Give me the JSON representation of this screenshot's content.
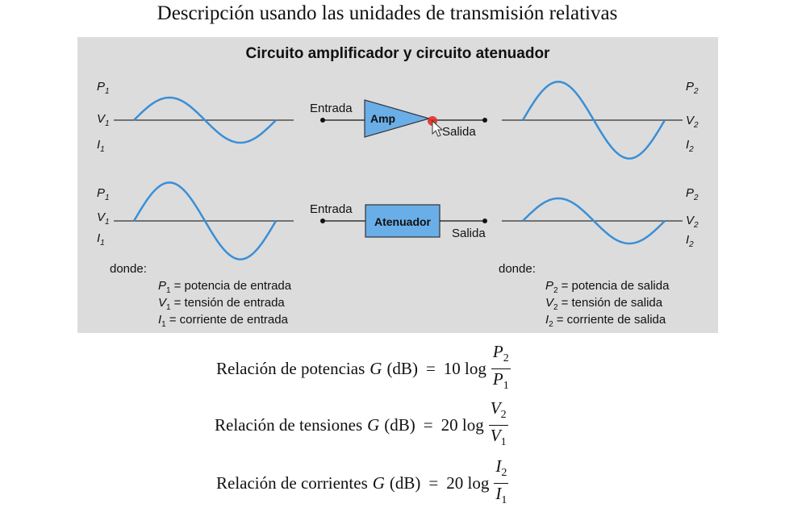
{
  "slide": {
    "title": "Descripción usando las unidades de transmisión relativas"
  },
  "figure": {
    "title": "Circuito amplificador y circuito atenuador",
    "amp_label": "Amp",
    "att_label": "Atenuador",
    "input_label": "Entrada",
    "output_label": "Salida",
    "left_legend_heading": "donde:",
    "right_legend_heading": "donde:",
    "left_legend": [
      {
        "sym": "P",
        "idx": "1",
        "text": "= potencia de entrada"
      },
      {
        "sym": "V",
        "idx": "1",
        "text": "= tensión de entrada"
      },
      {
        "sym": "I",
        "idx": "1",
        "text": "=  corriente de entrada"
      }
    ],
    "right_legend": [
      {
        "sym": "P",
        "idx": "2",
        "text": "= potencia de salida"
      },
      {
        "sym": "V",
        "idx": "2",
        "text": "= tensión de salida"
      },
      {
        "sym": "I",
        "idx": "2",
        "text": "=  corriente de salida"
      }
    ],
    "side_labels_left": [
      "P",
      "V",
      "I"
    ],
    "side_labels_left_idx": "1",
    "side_labels_right": [
      "P",
      "V",
      "I"
    ],
    "side_labels_right_idx": "2",
    "amp_input_wave_amplitude": 1.0,
    "amp_output_wave_amplitude": 1.7,
    "att_input_wave_amplitude": 1.7,
    "att_output_wave_amplitude": 1.0
  },
  "formulas": [
    {
      "label": "Relación de potencias",
      "var": "G",
      "unit": "(dB)",
      "eq": "=",
      "coef": "10 log",
      "num": "P",
      "num_idx": "2",
      "den": "P",
      "den_idx": "1"
    },
    {
      "label": "Relación de tensiones",
      "var": "G",
      "unit": "(dB)",
      "eq": "=",
      "coef": "20 log",
      "num": "V",
      "num_idx": "2",
      "den": "V",
      "den_idx": "1"
    },
    {
      "label": "Relación de corrientes",
      "var": "G",
      "unit": "(dB)",
      "eq": "=",
      "coef": "20 log",
      "num": "I",
      "num_idx": "2",
      "den": "I",
      "den_idx": "1"
    }
  ],
  "colors": {
    "panel_bg": "#dcdcdc",
    "wave": "#3a8fd6",
    "box_fill": "#6aaee8",
    "cursor_dot": "#e0302a"
  }
}
